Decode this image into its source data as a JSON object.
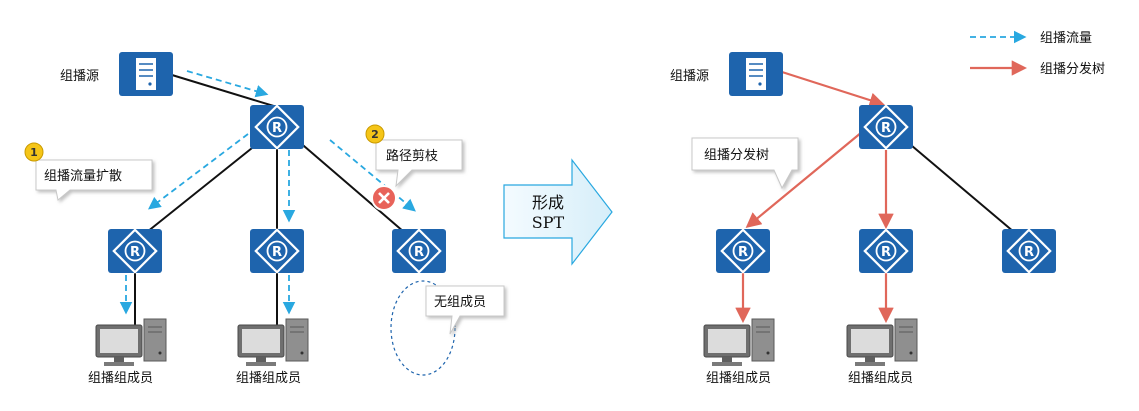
{
  "legend": {
    "flow_label": "组播流量",
    "tree_label": "组播分发树"
  },
  "colors": {
    "device_blue": "#1e64ad",
    "flow_dash": "#29a8e0",
    "tree_red": "#e0675a",
    "line": "#111111",
    "badge": "#f5c518"
  },
  "left": {
    "source_label": "组播源",
    "callout_flood": "组播流量扩散",
    "callout_prune": "路径剪枝",
    "callout_no_member": "无组成员",
    "badge_1": "1",
    "badge_2": "2",
    "member_labels": [
      "组播组成员",
      "组播组成员"
    ]
  },
  "arrow": {
    "line1": "形成",
    "line2": "SPT"
  },
  "right": {
    "source_label": "组播源",
    "callout_tree": "组播分发树",
    "member_labels": [
      "组播组成员",
      "组播组成员"
    ]
  },
  "router_glyph": "R"
}
